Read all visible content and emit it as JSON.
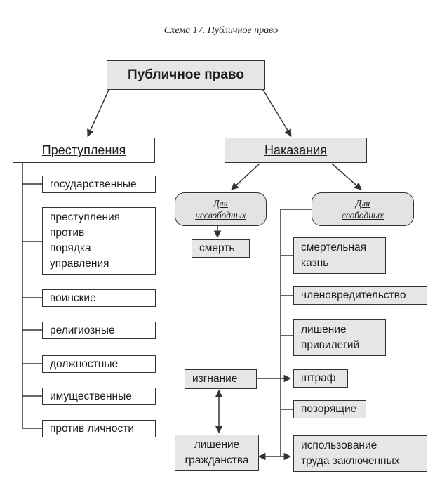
{
  "caption": "Схема 17. Публичное право",
  "root": "Публичное право",
  "crimes": {
    "heading": "Преступления",
    "items": [
      "государственные",
      "преступления\nпротив\nпорядка\nуправления",
      "воинские",
      "религиозные",
      "должностные",
      "имущественные",
      "против личности"
    ]
  },
  "punishments": {
    "heading": "Наказания",
    "unfree": {
      "label": "Для\nнесвободных",
      "items": [
        "смерть"
      ]
    },
    "free": {
      "label": "Для\nсвободных",
      "items": [
        "смертельная\nказнь",
        "членовредительство",
        "лишение\nпривилегий",
        "штраф",
        "позорящие",
        "использование\nтруда заключенных"
      ]
    },
    "exile": "изгнание",
    "citizenship_loss": "лишение\nгражданства"
  }
}
